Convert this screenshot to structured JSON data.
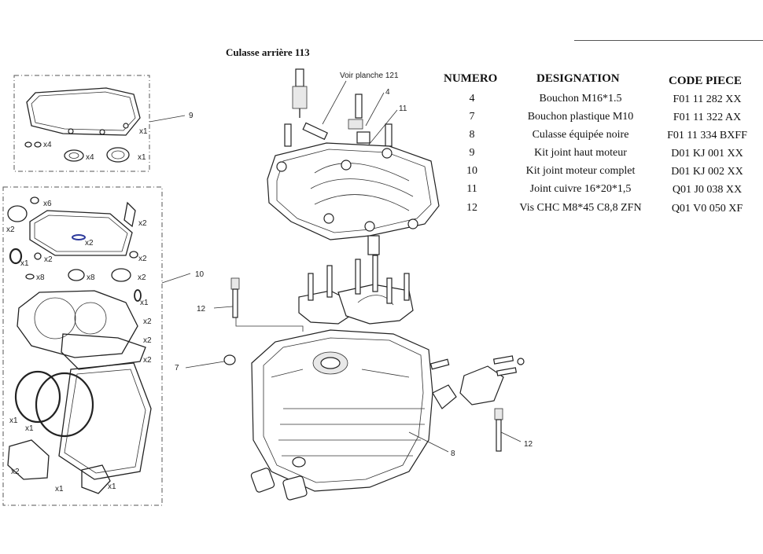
{
  "title": "Culasse arrière 113",
  "headers": {
    "numero": "NUMERO",
    "designation": "DESIGNATION",
    "code": "CODE PIECE"
  },
  "rows": [
    {
      "numero": "4",
      "designation": "Bouchon M16*1.5",
      "code": "F01 11 282 XX"
    },
    {
      "numero": "7",
      "designation": "Bouchon plastique M10",
      "code": "F01 11 322 AX"
    },
    {
      "numero": "8",
      "designation": "Culasse équipée noire",
      "code": "F01 11 334 BXFF"
    },
    {
      "numero": "9",
      "designation": "Kit joint haut moteur",
      "code": "D01 KJ 001 XX"
    },
    {
      "numero": "10",
      "designation": "Kit joint moteur complet",
      "code": "D01 KJ 002 XX"
    },
    {
      "numero": "11",
      "designation": "Joint cuivre 16*20*1,5",
      "code": "Q01 J0 038 XX"
    },
    {
      "numero": "12",
      "designation": "Vis CHC M8*45 C8,8 ZFN",
      "code": "Q01 V0 050 XF"
    }
  ],
  "callouts": {
    "voir_planche": "Voir planche 121",
    "c4": "4",
    "c11": "11",
    "c9": "9",
    "c10": "10",
    "c12a": "12",
    "c12b": "12",
    "c7": "7",
    "c8": "8"
  },
  "kit9_qty": {
    "q1": "x1",
    "q2": "x4",
    "q3": "x4",
    "q4": "x1"
  },
  "kit10_qty": {
    "a": "x6",
    "b": "x2",
    "c": "x2",
    "d": "x2",
    "e": "x1",
    "f": "x2",
    "g": "x2",
    "h": "x8",
    "i": "x8",
    "j": "x2",
    "k": "x1",
    "l": "x2",
    "m": "x2",
    "n": "x2",
    "o": "x1",
    "p": "x1",
    "q": "x2",
    "r": "x1",
    "s": "x1"
  }
}
